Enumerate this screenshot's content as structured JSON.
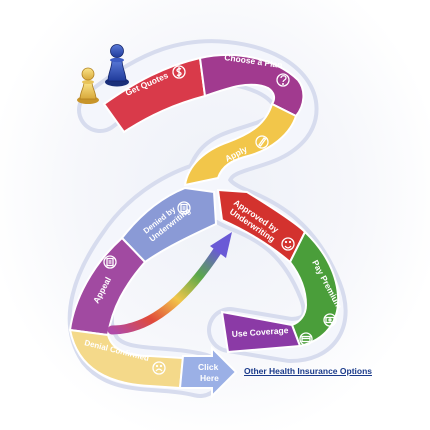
{
  "steps": {
    "get_quotes": "Get Quotes",
    "choose_plan": "Choose a Plan",
    "apply": "Apply",
    "approved_line1": "Approved by",
    "approved_line2": "Underwriting",
    "denied_line1": "Denied by",
    "denied_line2": "Underwriting",
    "pay_premium": "Pay Premium",
    "use_coverage": "Use Coverage",
    "appeal": "Appeal",
    "denial_confirmed": "Denial Confirmed",
    "click_line1": "Click",
    "click_line2": "Here"
  },
  "link": {
    "other_options": "Other Health Insurance Options"
  },
  "colors": {
    "get_quotes": "#d93a4a",
    "choose_plan": "#a13a8f",
    "apply": "#f2c64a",
    "approved": "#d3322e",
    "denied": "#8a9ad6",
    "pay_premium": "#4a9e3a",
    "use_coverage": "#8b3aa6",
    "appeal": "#a14aa1",
    "denial_confirmed": "#f4d98a",
    "click_here": "#9bb0e6",
    "link": "#1a3a8a",
    "track": "#dfe3f2"
  },
  "icons": [
    "dollar-icon",
    "question-icon",
    "pen-icon",
    "smiley-icon",
    "document-icon",
    "money-icon",
    "card-icon",
    "sad-icon",
    "pawn-blue-icon",
    "pawn-yellow-icon"
  ]
}
